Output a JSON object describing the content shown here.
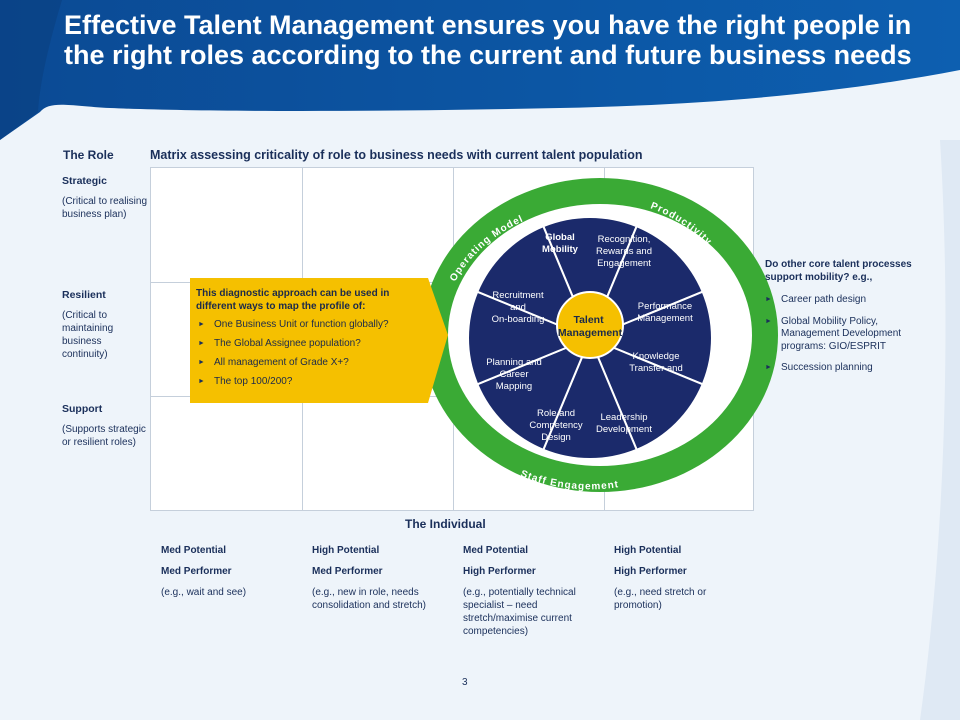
{
  "title": "Effective Talent Management ensures you have the right people in the right roles according to the current and future business needs",
  "role_header": "The Role",
  "matrix_header": "Matrix assessing criticality of role to business needs with current talent population",
  "roles": [
    {
      "name": "Strategic",
      "desc": "(Critical to realising business plan)"
    },
    {
      "name": "Resilient",
      "desc": "(Critical to maintaining business continuity)"
    },
    {
      "name": "Support",
      "desc": "(Supports strategic or resilient roles)"
    }
  ],
  "callout": {
    "intro": "This diagnostic approach can be used in different ways to map the profile of:",
    "items": [
      "One Business Unit or function globally?",
      "The Global Assignee population?",
      "All management of Grade X+?",
      "The top 100/200?"
    ]
  },
  "wheel": {
    "center": "Talent Management",
    "segments": [
      "Global Mobility",
      "Recognition, Rewards and Engagement",
      "Performance Management",
      "Knowledge Transfer and",
      "Leadership Development",
      "Role and Competency Design",
      "Planning and Career Mapping",
      "Recruitment and On-boarding"
    ],
    "ring_labels": [
      "Operating Model",
      "Productivity",
      "Staff Engagement"
    ]
  },
  "right": {
    "question": "Do other core talent processes support mobility? e.g.,",
    "items": [
      "Career path design",
      "Global Mobility Policy, Management Development programs: GIO/ESPRIT",
      "Succession planning"
    ]
  },
  "individual_header": "The Individual",
  "columns": [
    {
      "potential": "Med Potential",
      "performer": "Med Performer",
      "example": "(e.g., wait and see)"
    },
    {
      "potential": "High Potential",
      "performer": "Med Performer",
      "example": "(e.g., new in role, needs consolidation and stretch)"
    },
    {
      "potential": "Med Potential",
      "performer": "High Performer",
      "example": "(e.g., potentially technical specialist – need stretch/maximise current competencies)"
    },
    {
      "potential": "High Potential",
      "performer": "High Performer",
      "example": "(e.g., need stretch or promotion)"
    }
  ],
  "page_number": "3",
  "colors": {
    "banner": "#0a4f9c",
    "ring": "#3aaa35",
    "segment": "#1b2a6b",
    "callout": "#f5c000"
  }
}
